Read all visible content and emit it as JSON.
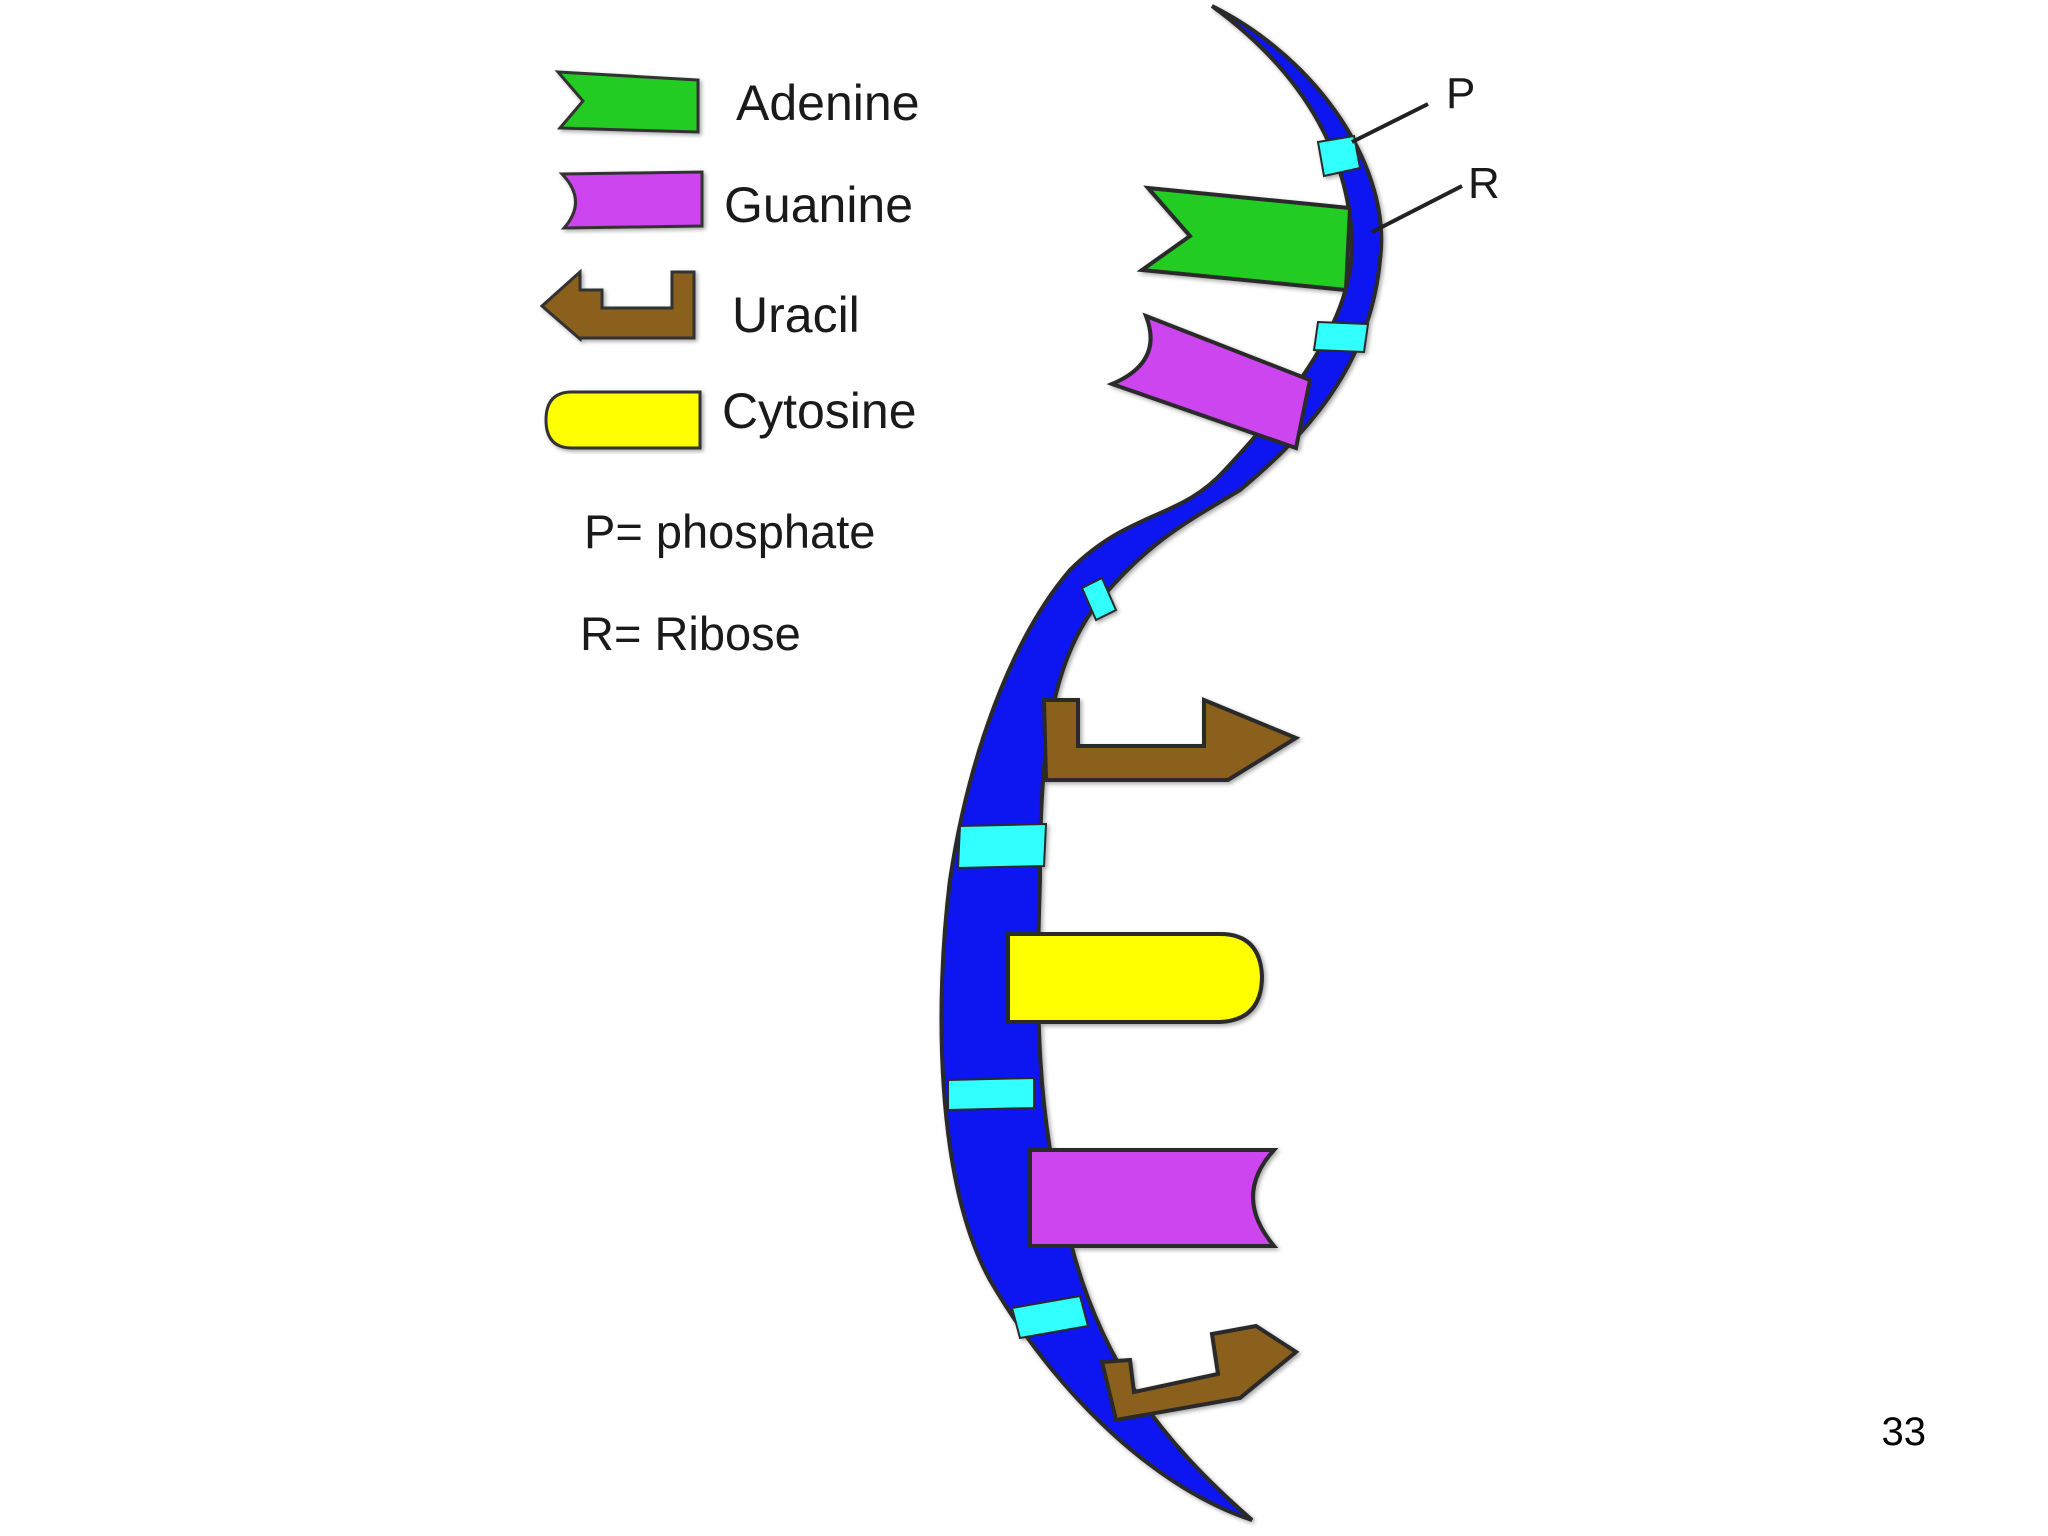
{
  "legend": {
    "items": [
      {
        "label": "Adenine",
        "icon": "adenine-notch-shape",
        "color": "#22cc22"
      },
      {
        "label": "Guanine",
        "icon": "guanine-concave-shape",
        "color": "#cc44ee"
      },
      {
        "label": "Uracil",
        "icon": "uracil-hook-shape",
        "color": "#8b5e1a"
      },
      {
        "label": "Cytosine",
        "icon": "cytosine-rounded-shape",
        "color": "#ffff00"
      }
    ],
    "key": [
      {
        "label": "P= phosphate"
      },
      {
        "label": "R= Ribose"
      }
    ]
  },
  "strand": {
    "backbone_color": "#0a14f0",
    "phosphate_color": "#33ffff",
    "callouts": {
      "p_label": "P",
      "r_label": "R"
    },
    "bases": [
      {
        "name": "Adenine",
        "color": "#22cc22"
      },
      {
        "name": "Guanine",
        "color": "#cc44ee"
      },
      {
        "name": "Uracil",
        "color": "#8b5e1a"
      },
      {
        "name": "Cytosine",
        "color": "#ffff00"
      },
      {
        "name": "Guanine",
        "color": "#cc44ee"
      },
      {
        "name": "Uracil",
        "color": "#8b5e1a"
      }
    ]
  },
  "page_number": "33"
}
